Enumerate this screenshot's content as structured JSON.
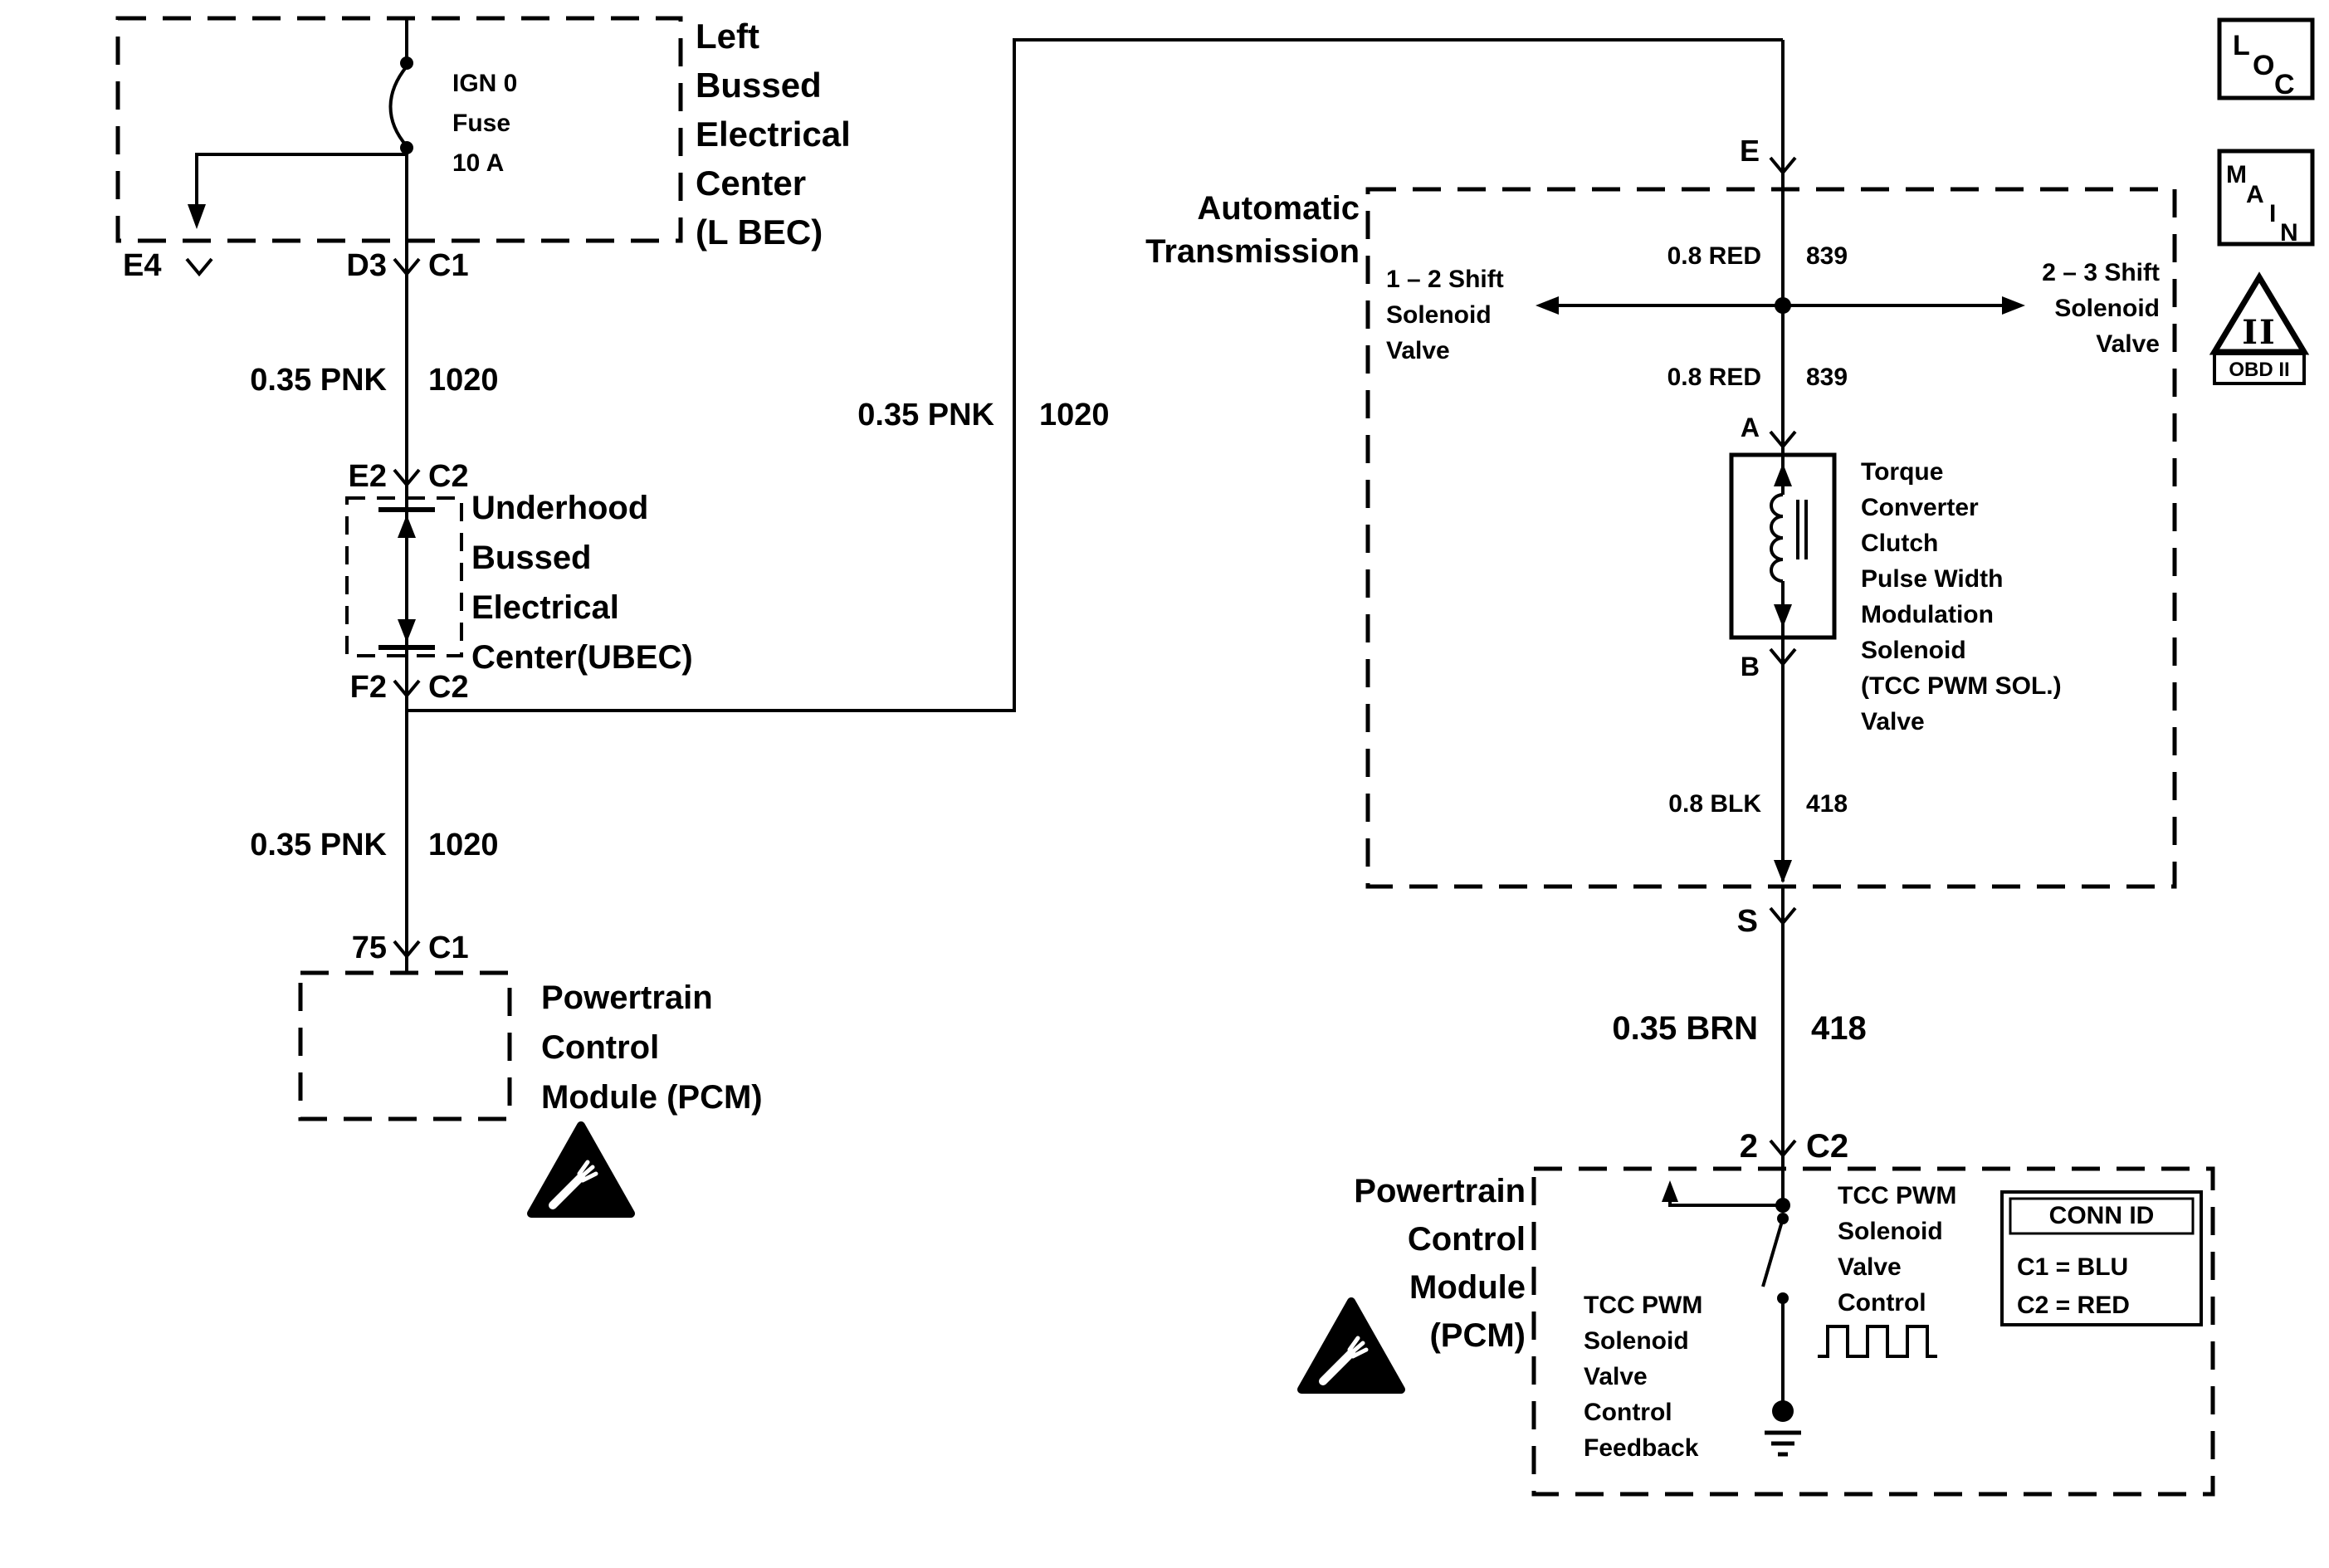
{
  "lbec": {
    "fuse": [
      "IGN 0",
      "Fuse",
      "10 A"
    ],
    "label": [
      "Left",
      "Bussed",
      "Electrical",
      "Center",
      "(L BEC)"
    ],
    "pin_e4": "E4",
    "pin_d3": "D3",
    "pin_c1": "C1"
  },
  "ubec": {
    "label": [
      "Underhood",
      "Bussed",
      "Electrical",
      "Center(UBEC)"
    ],
    "pin_e2": "E2",
    "pin_c2_top": "C2",
    "pin_f2": "F2",
    "pin_c2_bottom": "C2"
  },
  "pcm_left": {
    "pin_75": "75",
    "pin_c1": "C1",
    "label": [
      "Powertrain",
      "Control",
      "Module (PCM)"
    ]
  },
  "wires": {
    "pnk_upper": {
      "spec": "0.35 PNK",
      "circuit": "1020"
    },
    "pnk_lower": {
      "spec": "0.35 PNK",
      "circuit": "1020"
    },
    "pnk_branch": {
      "spec": "0.35 PNK",
      "circuit": "1020"
    },
    "red_upper": {
      "spec": "0.8 RED",
      "circuit": "839"
    },
    "red_lower": {
      "spec": "0.8 RED",
      "circuit": "839"
    },
    "blk": {
      "spec": "0.8 BLK",
      "circuit": "418"
    },
    "brn": {
      "spec": "0.35 BRN",
      "circuit": "418"
    }
  },
  "transmission": {
    "label": [
      "Automatic",
      "Transmission"
    ],
    "pin_e": "E",
    "pin_a": "A",
    "pin_b": "B",
    "pin_s": "S",
    "shift_12": [
      "1 – 2 Shift",
      "Solenoid",
      "Valve"
    ],
    "shift_23": [
      "2 – 3 Shift",
      "Solenoid",
      "Valve"
    ],
    "tcc_solenoid": [
      "Torque",
      "Converter",
      "Clutch",
      "Pulse Width",
      "Modulation",
      "Solenoid",
      "(TCC PWM SOL.)",
      "Valve"
    ]
  },
  "pcm_right": {
    "pin_2": "2",
    "pin_c2": "C2",
    "label": [
      "Powertrain",
      "Control",
      "Module",
      "(PCM)"
    ],
    "feedback": [
      "TCC PWM",
      "Solenoid",
      "Valve",
      "Control",
      "Feedback"
    ],
    "control": [
      "TCC PWM",
      "Solenoid",
      "Valve",
      "Control"
    ]
  },
  "conn_id": {
    "header": "CONN ID",
    "rows": [
      "C1 = BLU",
      "C2 = RED"
    ]
  },
  "badges": {
    "loc": [
      "L",
      "O",
      "C"
    ],
    "main": [
      "M",
      "A",
      "I",
      "N"
    ],
    "obd_numeral": "II",
    "obd_label": "OBD II"
  },
  "colors": {
    "ink": "#000000",
    "paper": "#ffffff"
  }
}
